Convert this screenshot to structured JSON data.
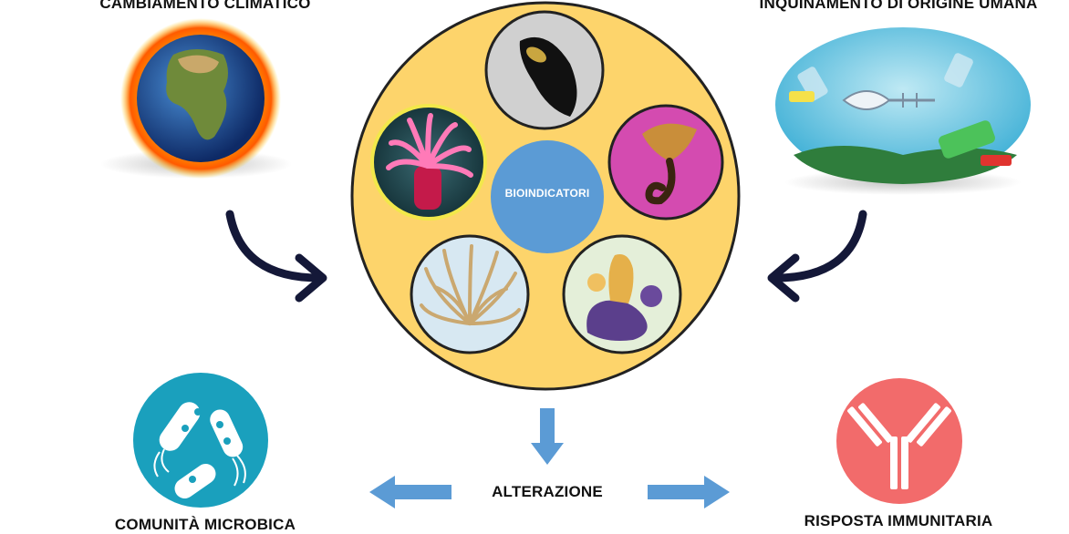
{
  "labels": {
    "climate": "CAMBIAMENTO CLIMATICO",
    "pollution": "INQUINAMENTO DI ORIGINE UMANA",
    "center": "BIOINDICATORI",
    "alteration": "ALTERAZIONE",
    "microbial": "COMUNITÀ MICROBICA",
    "immune": "RISPOSTA IMMUNITARIA"
  },
  "colors": {
    "main_circle": "#fdd46b",
    "center_circle": "#5b9bd5",
    "block_arrow": "#5b9bd5",
    "curved_arrow": "#141838",
    "microbe_bg": "#1aa0bd",
    "immune_bg": "#f26b6b",
    "mussel_ring": "#d0d0d0",
    "tubeworm_ring": "#d44bb0",
    "anemone_ring": "#f2e84a"
  },
  "icons": {
    "climate": "burning-earth-icon",
    "pollution": "ocean-pollution-icon",
    "microbial": "bacteria-icon",
    "immune": "antibody-icon",
    "organisms": [
      "mussel-icon",
      "sea-anemone-icon",
      "tube-worm-icon",
      "snakelocks-anemone-icon",
      "sea-squirt-icon"
    ]
  }
}
